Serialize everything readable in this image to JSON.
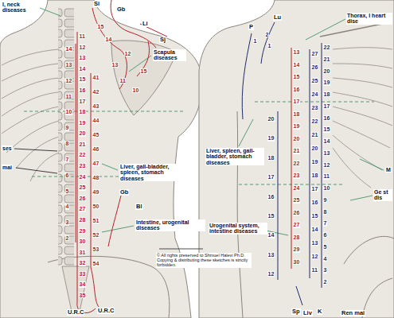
{
  "diagram": {
    "labels": [
      "l, neck diseases",
      "Si",
      "Gb",
      "Li",
      "Sj",
      "Scapula diseases",
      "ses",
      "mai",
      "Liver, gall-bladder, spleen, stomach diseases",
      "Gb",
      "Bl",
      "Intestine, urogenital diseases",
      "U.R.C",
      "U.R.C",
      "P",
      "Lu",
      "Thorax, l heart dise",
      "Liver, spleen, gall-bladder, stomach diseases",
      "M",
      "Ge st dis",
      "Urogenital system, intestine diseases",
      "Sp",
      "Liv",
      "K",
      "Ren mai",
      "© All rights preserved to Shmuel Halevi Ph.D. Copying & distributing these sketches is strictly forbidden.",
      "14",
      "13",
      "12",
      "11",
      "10",
      "9",
      "8",
      "7",
      "6",
      "5",
      "4",
      "3",
      "2",
      "11",
      "12",
      "13",
      "14",
      "15",
      "16",
      "17",
      "18",
      "19",
      "20",
      "21",
      "22",
      "23",
      "24",
      "25",
      "26",
      "27",
      "28",
      "29",
      "30",
      "31",
      "32",
      "33",
      "34",
      "35",
      "41",
      "42",
      "43",
      "44",
      "45",
      "46",
      "47",
      "48",
      "49",
      "50",
      "51",
      "52",
      "53",
      "54",
      "15",
      "14",
      "13",
      "12",
      "11",
      "10",
      "15",
      "2",
      "1",
      "1",
      "13",
      "14",
      "15",
      "16",
      "17",
      "18",
      "19",
      "20",
      "21",
      "22",
      "23",
      "24",
      "25",
      "26",
      "27",
      "28",
      "29",
      "30",
      "20",
      "19",
      "18",
      "17",
      "16",
      "15",
      "14",
      "13",
      "12",
      "27",
      "26",
      "25",
      "24",
      "23",
      "22",
      "21",
      "20",
      "19",
      "18",
      "17",
      "16",
      "15",
      "14",
      "13",
      "12",
      "11",
      "22",
      "21",
      "20",
      "19",
      "18",
      "17",
      "16",
      "15",
      "14",
      "13",
      "12",
      "11",
      "10",
      "9",
      "8",
      "7",
      "6",
      "5",
      "4",
      "3",
      "2"
    ]
  }
}
